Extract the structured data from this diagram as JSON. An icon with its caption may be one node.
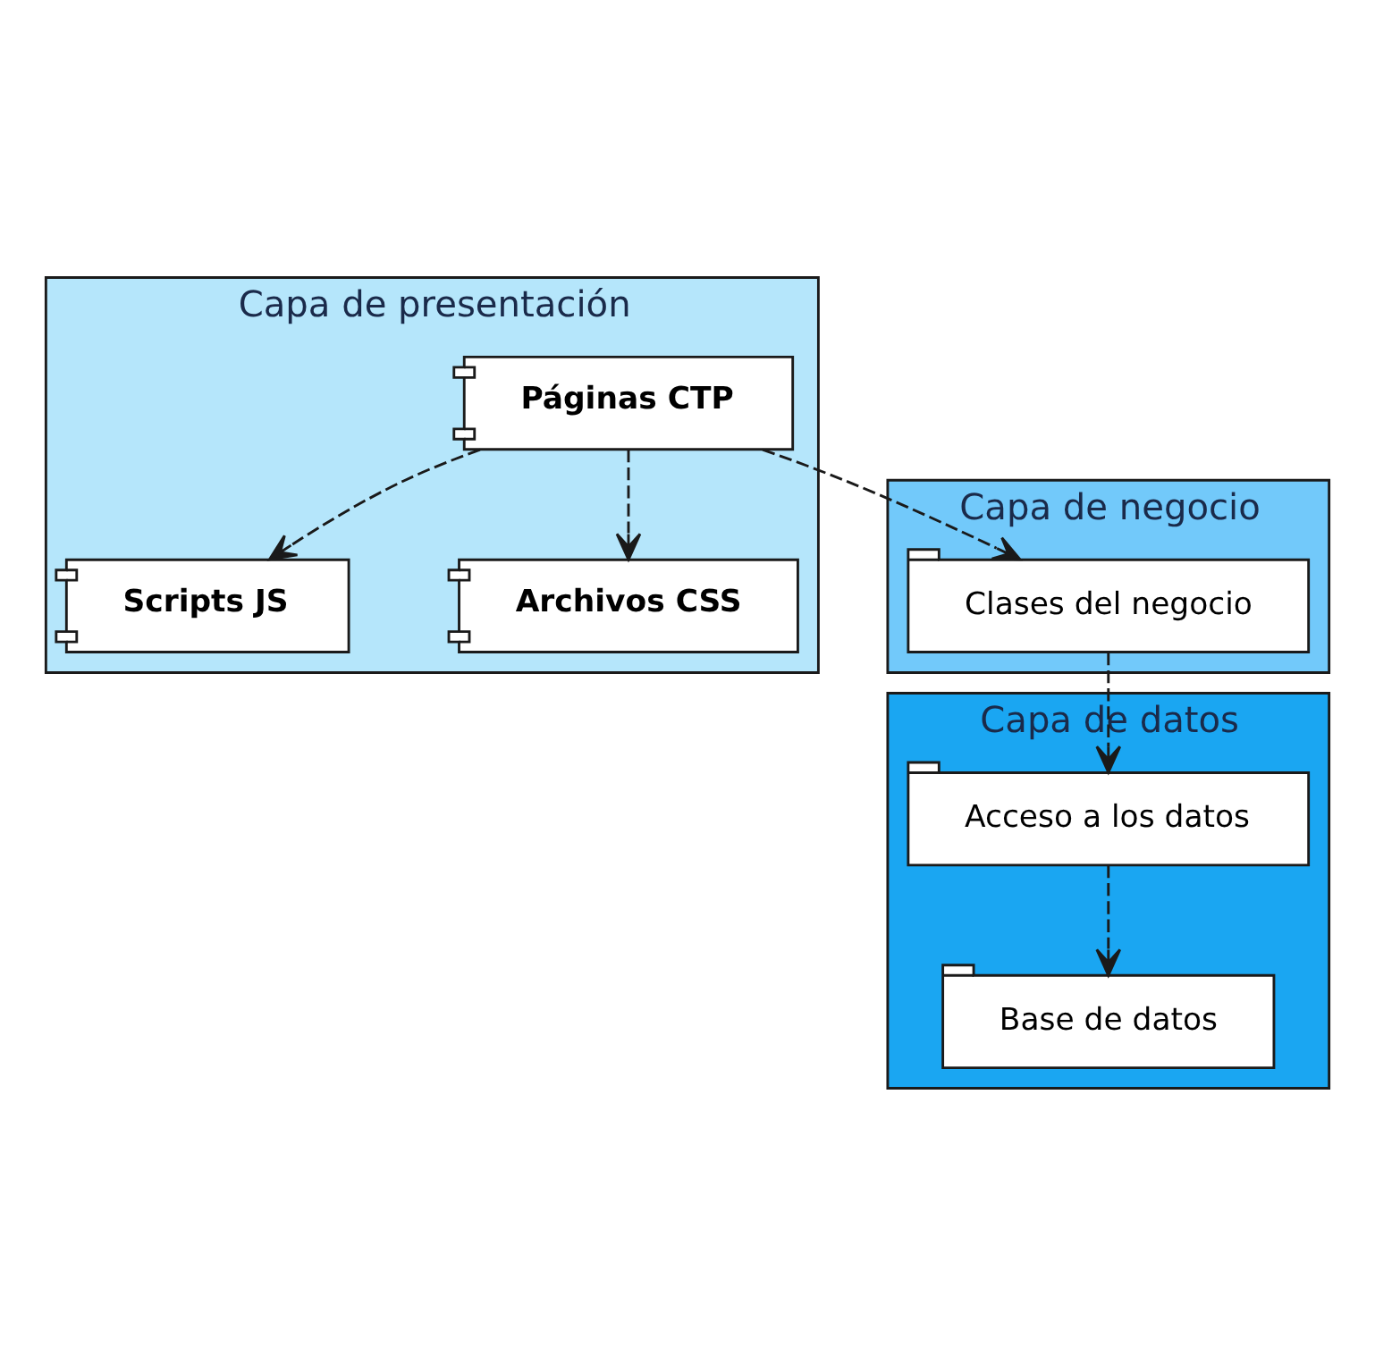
{
  "diagram": {
    "nodes": [
      {
        "text": [
          "Capa de presentación"
        ]
      },
      {
        "text": [
          "Páginas CTP"
        ],
        "in": 0
      },
      {
        "text": [
          "Scripts JS"
        ],
        "in": 0
      },
      {
        "text": [
          "Archivos CSS"
        ],
        "in": 0
      },
      {
        "text": [
          "Capa de negocio"
        ]
      },
      {
        "text": [
          "Clases del negocio"
        ],
        "in": 4
      },
      {
        "text": [
          "Capa de datos"
        ]
      },
      {
        "text": [
          "Acceso a los datos"
        ],
        "in": 6
      },
      {
        "text": [
          "Base de datos"
        ],
        "in": 6
      }
    ],
    "edges": [
      {
        "from": 1,
        "to": 2,
        "arrow": "to",
        "style": "dashed"
      },
      {
        "from": 1,
        "to": 3,
        "arrow": "to",
        "style": "dashed"
      },
      {
        "from": 1,
        "to": 5,
        "arrow": "to",
        "style": "dashed"
      },
      {
        "from": 5,
        "to": 7,
        "arrow": "to",
        "style": "dashed"
      },
      {
        "from": 7,
        "to": 8,
        "arrow": "to",
        "style": "dashed"
      }
    ]
  }
}
